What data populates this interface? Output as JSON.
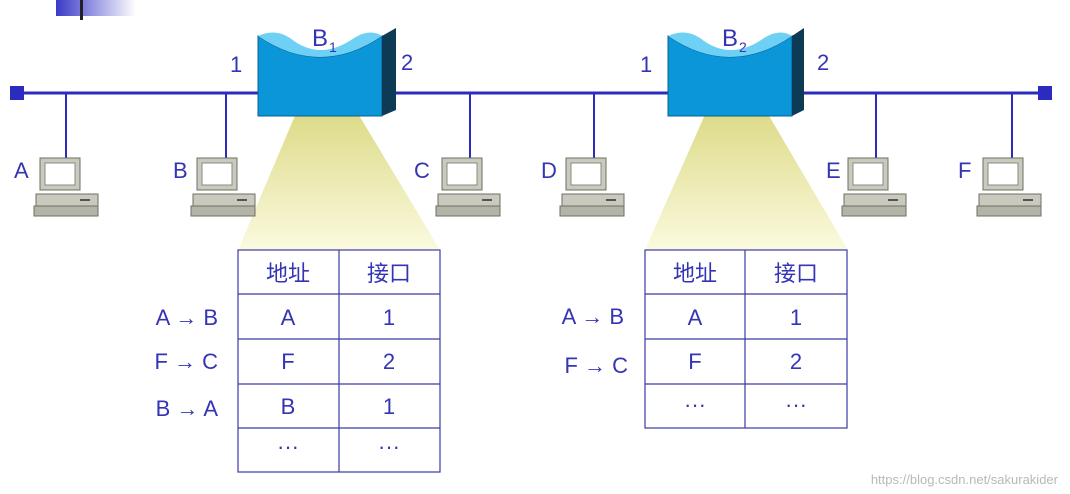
{
  "bridges": [
    {
      "name": "B",
      "sub": "1",
      "port_left": "1",
      "port_right": "2"
    },
    {
      "name": "B",
      "sub": "2",
      "port_left": "1",
      "port_right": "2"
    }
  ],
  "hosts": [
    "A",
    "B",
    "C",
    "D",
    "E",
    "F"
  ],
  "tables": [
    {
      "headers": [
        "地址",
        "接口"
      ],
      "frames": [
        "A → B",
        "F → C",
        "B → A"
      ],
      "rows": [
        [
          "A",
          "1"
        ],
        [
          "F",
          "2"
        ],
        [
          "B",
          "1"
        ],
        [
          "···",
          "···"
        ]
      ]
    },
    {
      "headers": [
        "地址",
        "接口"
      ],
      "frames": [
        "A → B",
        "F → C"
      ],
      "rows": [
        [
          "A",
          "1"
        ],
        [
          "F",
          "2"
        ],
        [
          "···",
          "···"
        ]
      ]
    }
  ],
  "watermark": "https://blog.csdn.net/sakurakider",
  "colors": {
    "line": "#2b2bc0",
    "text": "#3434b4",
    "bridge_face": "#0a96d8",
    "bridge_top": "#6fd0f5",
    "bridge_side": "#0d3a55",
    "beam": "#f4f2b8"
  }
}
